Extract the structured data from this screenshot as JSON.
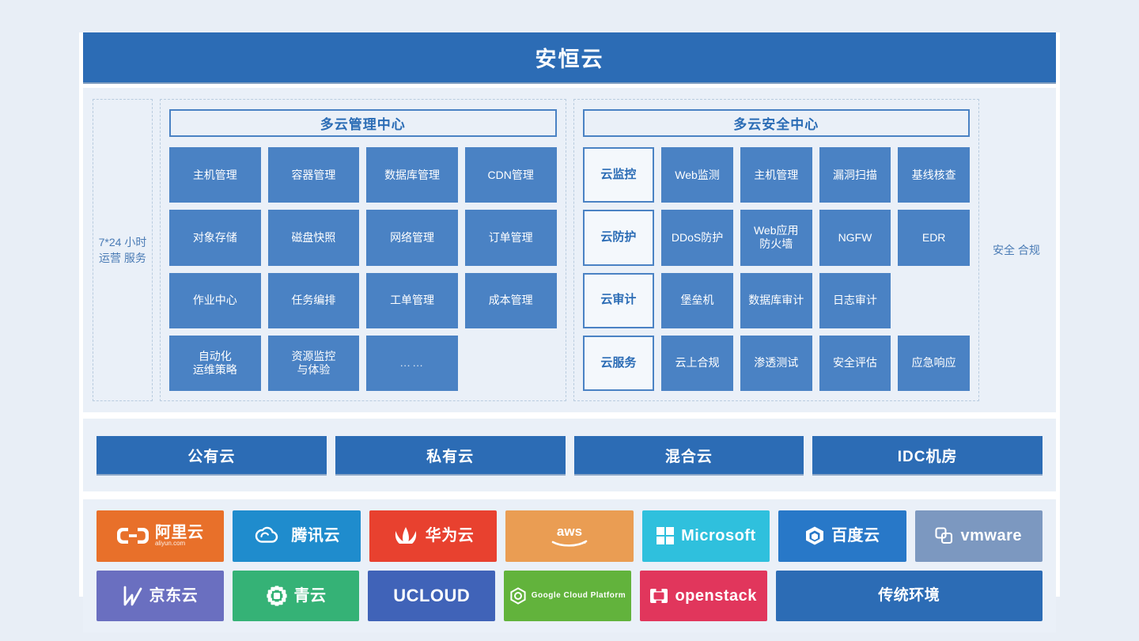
{
  "header": {
    "title": "安恒云"
  },
  "side": {
    "left": "7*24\n小时\n运营\n服务",
    "right": "安全\n合规"
  },
  "centers": [
    {
      "name": "management-center",
      "title": "多云管理中心",
      "columns": 4,
      "tiles": [
        {
          "label": "主机管理",
          "style": "fill"
        },
        {
          "label": "容器管理",
          "style": "fill"
        },
        {
          "label": "数据库管理",
          "style": "fill"
        },
        {
          "label": "CDN管理",
          "style": "fill"
        },
        {
          "label": "对象存储",
          "style": "fill"
        },
        {
          "label": "磁盘快照",
          "style": "fill"
        },
        {
          "label": "网络管理",
          "style": "fill"
        },
        {
          "label": "订单管理",
          "style": "fill"
        },
        {
          "label": "作业中心",
          "style": "fill"
        },
        {
          "label": "任务编排",
          "style": "fill"
        },
        {
          "label": "工单管理",
          "style": "fill"
        },
        {
          "label": "成本管理",
          "style": "fill"
        },
        {
          "label": "自动化\n运维策略",
          "style": "fill"
        },
        {
          "label": "资源监控\n与体验",
          "style": "fill"
        },
        {
          "label": "……",
          "style": "dots"
        },
        {
          "label": "",
          "style": "empty"
        }
      ]
    },
    {
      "name": "security-center",
      "title": "多云安全中心",
      "columns": 5,
      "tiles": [
        {
          "label": "云监控",
          "style": "outline"
        },
        {
          "label": "Web监测",
          "style": "fill"
        },
        {
          "label": "主机管理",
          "style": "fill"
        },
        {
          "label": "漏洞扫描",
          "style": "fill"
        },
        {
          "label": "基线核查",
          "style": "fill"
        },
        {
          "label": "云防护",
          "style": "outline"
        },
        {
          "label": "DDoS防护",
          "style": "fill"
        },
        {
          "label": "Web应用\n防火墙",
          "style": "fill"
        },
        {
          "label": "NGFW",
          "style": "fill"
        },
        {
          "label": "EDR",
          "style": "fill"
        },
        {
          "label": "云审计",
          "style": "outline"
        },
        {
          "label": "堡垒机",
          "style": "fill"
        },
        {
          "label": "数据库审计",
          "style": "fill"
        },
        {
          "label": "日志审计",
          "style": "fill"
        },
        {
          "label": "",
          "style": "empty"
        },
        {
          "label": "云服务",
          "style": "outline"
        },
        {
          "label": "云上合规",
          "style": "fill"
        },
        {
          "label": "渗透测试",
          "style": "fill"
        },
        {
          "label": "安全评估",
          "style": "fill"
        },
        {
          "label": "应急响应",
          "style": "fill"
        }
      ]
    }
  ],
  "cloud_types": [
    {
      "label": "公有云"
    },
    {
      "label": "私有云"
    },
    {
      "label": "混合云"
    },
    {
      "label": "IDC机房"
    }
  ],
  "vendors": {
    "row1": [
      {
        "name": "aliyun",
        "text": "阿里云",
        "sub": "aliyun.com",
        "icon": "aliyun-icon",
        "color": "#e8702a",
        "text_size": 20
      },
      {
        "name": "tencent",
        "text": "腾讯云",
        "sub": "",
        "icon": "tencent-cloud-icon",
        "color": "#1f8ccd",
        "text_size": 20
      },
      {
        "name": "huawei",
        "text": "华为云",
        "sub": "",
        "icon": "huawei-icon",
        "color": "#e8412f",
        "text_size": 20
      },
      {
        "name": "aws",
        "text": "aws",
        "sub": "",
        "icon": "aws-icon",
        "color": "#ea9d53",
        "text_size": 26
      },
      {
        "name": "microsoft",
        "text": "Microsoft",
        "sub": "",
        "icon": "microsoft-icon",
        "color": "#2fc0dd",
        "text_size": 20
      },
      {
        "name": "baidu",
        "text": "百度云",
        "sub": "",
        "icon": "baidu-icon",
        "color": "#2878c8",
        "text_size": 20
      },
      {
        "name": "vmware",
        "text": "vmware",
        "sub": "",
        "icon": "vmware-icon",
        "color": "#7c98c0",
        "text_size": 20
      }
    ],
    "row2": [
      {
        "name": "jd-cloud",
        "text": "京东云",
        "sub": "",
        "icon": "jd-cloud-icon",
        "color": "#6a6fc0",
        "text_size": 20
      },
      {
        "name": "qingcloud",
        "text": "青云",
        "sub": "",
        "icon": "qingcloud-icon",
        "color": "#35b276",
        "text_size": 20
      },
      {
        "name": "ucloud",
        "text": "UCLOUD",
        "sub": "",
        "icon": "",
        "color": "#4063b8",
        "text_size": 22
      },
      {
        "name": "gcp",
        "text": "Google Cloud Platform",
        "sub": "",
        "icon": "gcp-icon",
        "color": "#62b33c",
        "text_size": 10
      },
      {
        "name": "openstack",
        "text": "openstack",
        "sub": "",
        "icon": "openstack-icon",
        "color": "#e1365c",
        "text_size": 20
      },
      {
        "name": "traditional",
        "text": "传统环境",
        "sub": "",
        "icon": "",
        "color": "#2c6cb5",
        "text_size": 19
      }
    ]
  },
  "colors": {
    "brand_blue": "#2c6cb5",
    "tile_blue": "#4a82c4",
    "panel_bg": "#eaf0f8",
    "page_bg": "#e8eef6"
  }
}
